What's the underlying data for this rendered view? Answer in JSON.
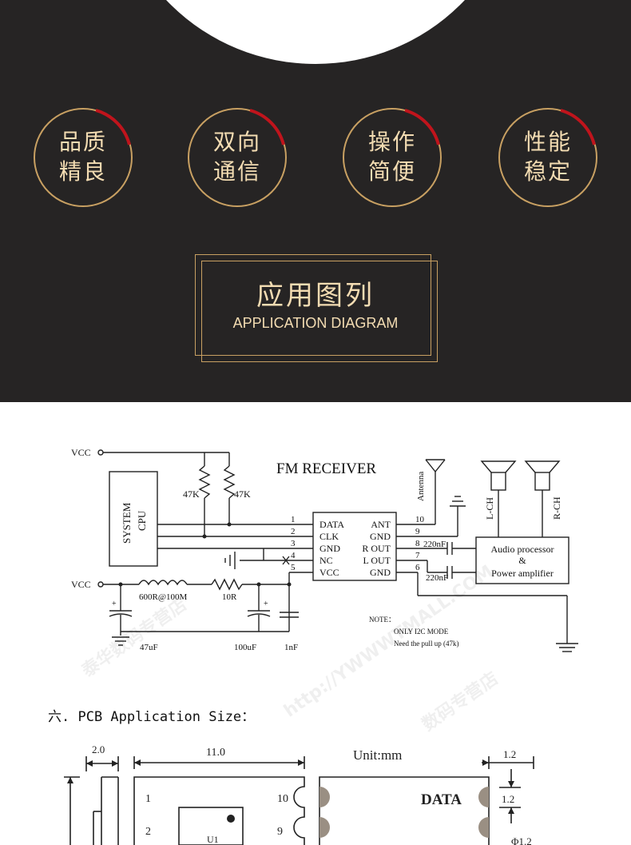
{
  "badges": [
    {
      "line1": "品质",
      "line2": "精良"
    },
    {
      "line1": "双向",
      "line2": "通信"
    },
    {
      "line1": "操作",
      "line2": "简便"
    },
    {
      "line1": "性能",
      "line2": "稳定"
    }
  ],
  "section_title": {
    "cn": "应用图列",
    "en": "APPLICATION DIAGRAM"
  },
  "schematic": {
    "title": "FM RECEIVER",
    "vcc": "VCC",
    "cpu_line1": "SYSTEM",
    "cpu_line2": "CPU",
    "r1": "47K",
    "r2": "47K",
    "left_pins": [
      "1",
      "2",
      "3",
      "4",
      "5"
    ],
    "ic_left": [
      "DATA",
      "CLK",
      "GND",
      "NC",
      "VCC"
    ],
    "ic_right": [
      "ANT",
      "GND",
      "R OUT",
      "L OUT",
      "GND"
    ],
    "right_pins": [
      "10",
      "9",
      "8",
      "7",
      "6"
    ],
    "antenna": "Antenna",
    "cap_rout": "220nF",
    "cap_lout": "220nF",
    "lch": "L-CH",
    "rch": "R-CH",
    "audio_l1": "Audio processor",
    "audio_l2": "&",
    "audio_l3": "Power amplifier",
    "inductor": "600R@100M",
    "r10": "10R",
    "c1": "47uF",
    "c2": "100uF",
    "c3": "1nF",
    "note_title": "NOTE：",
    "note_l1": "ONLY I2C MODE",
    "note_l2": "Need the pull up (47k)"
  },
  "section6": "六. PCB Application Size：",
  "pcb": {
    "dim_left": "2.0",
    "dim_width": "11.0",
    "unit": "Unit:mm",
    "dim_right": "1.2",
    "dim_pitch": "1.2",
    "pin1": "1",
    "pin2": "2",
    "pin10": "10",
    "pin9": "9",
    "chip": "U1",
    "data": "DATA",
    "dia": "Φ1.2"
  },
  "watermarks": [
    "泰华数码专营店",
    "http://YWWWTMALL.COM",
    "数码专营店"
  ]
}
